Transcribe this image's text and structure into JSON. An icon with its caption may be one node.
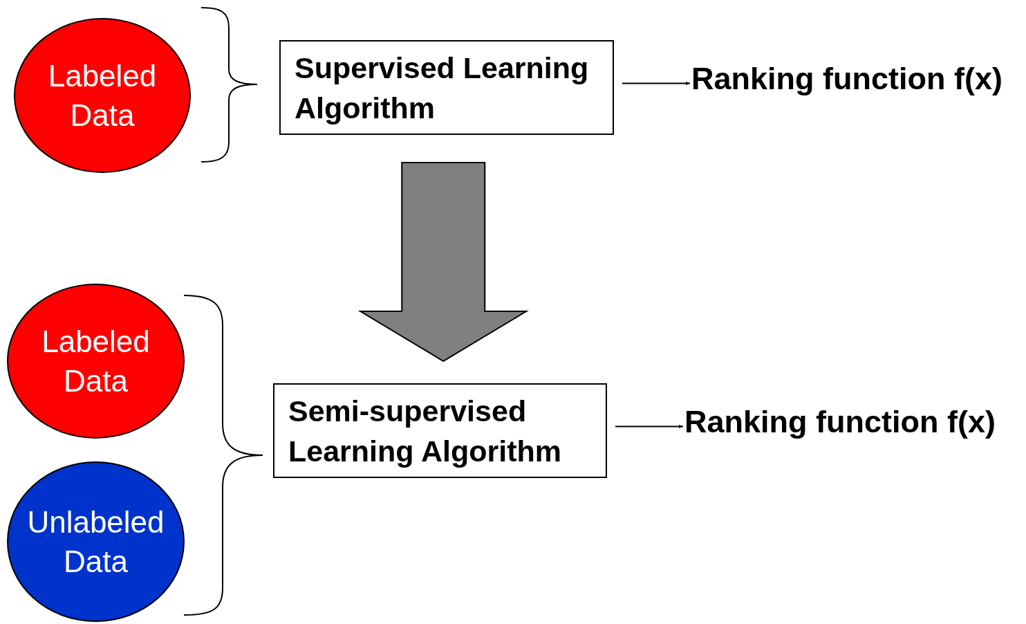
{
  "diagram": {
    "nodes": [
      {
        "text": [
          "Labeled Data"
        ]
      },
      {
        "text": [
          "Supervised Learning Algorithm"
        ]
      },
      {
        "text": [
          "Ranking function f(x)"
        ]
      },
      {
        "text": [
          "Labeled Data"
        ]
      },
      {
        "text": [
          "Unlabeled Data"
        ]
      },
      {
        "text": [
          "Semi-supervised Learning Algorithm"
        ]
      },
      {
        "text": [
          "Ranking function f(x)"
        ]
      }
    ],
    "edges": [
      {
        "from": 1,
        "to": 2,
        "arrow": "to"
      },
      {
        "from": 5,
        "to": 6,
        "arrow": "to"
      },
      {
        "from": 1,
        "to": 5,
        "arrow": "to",
        "style": "thick",
        "color": "#808080"
      }
    ]
  }
}
